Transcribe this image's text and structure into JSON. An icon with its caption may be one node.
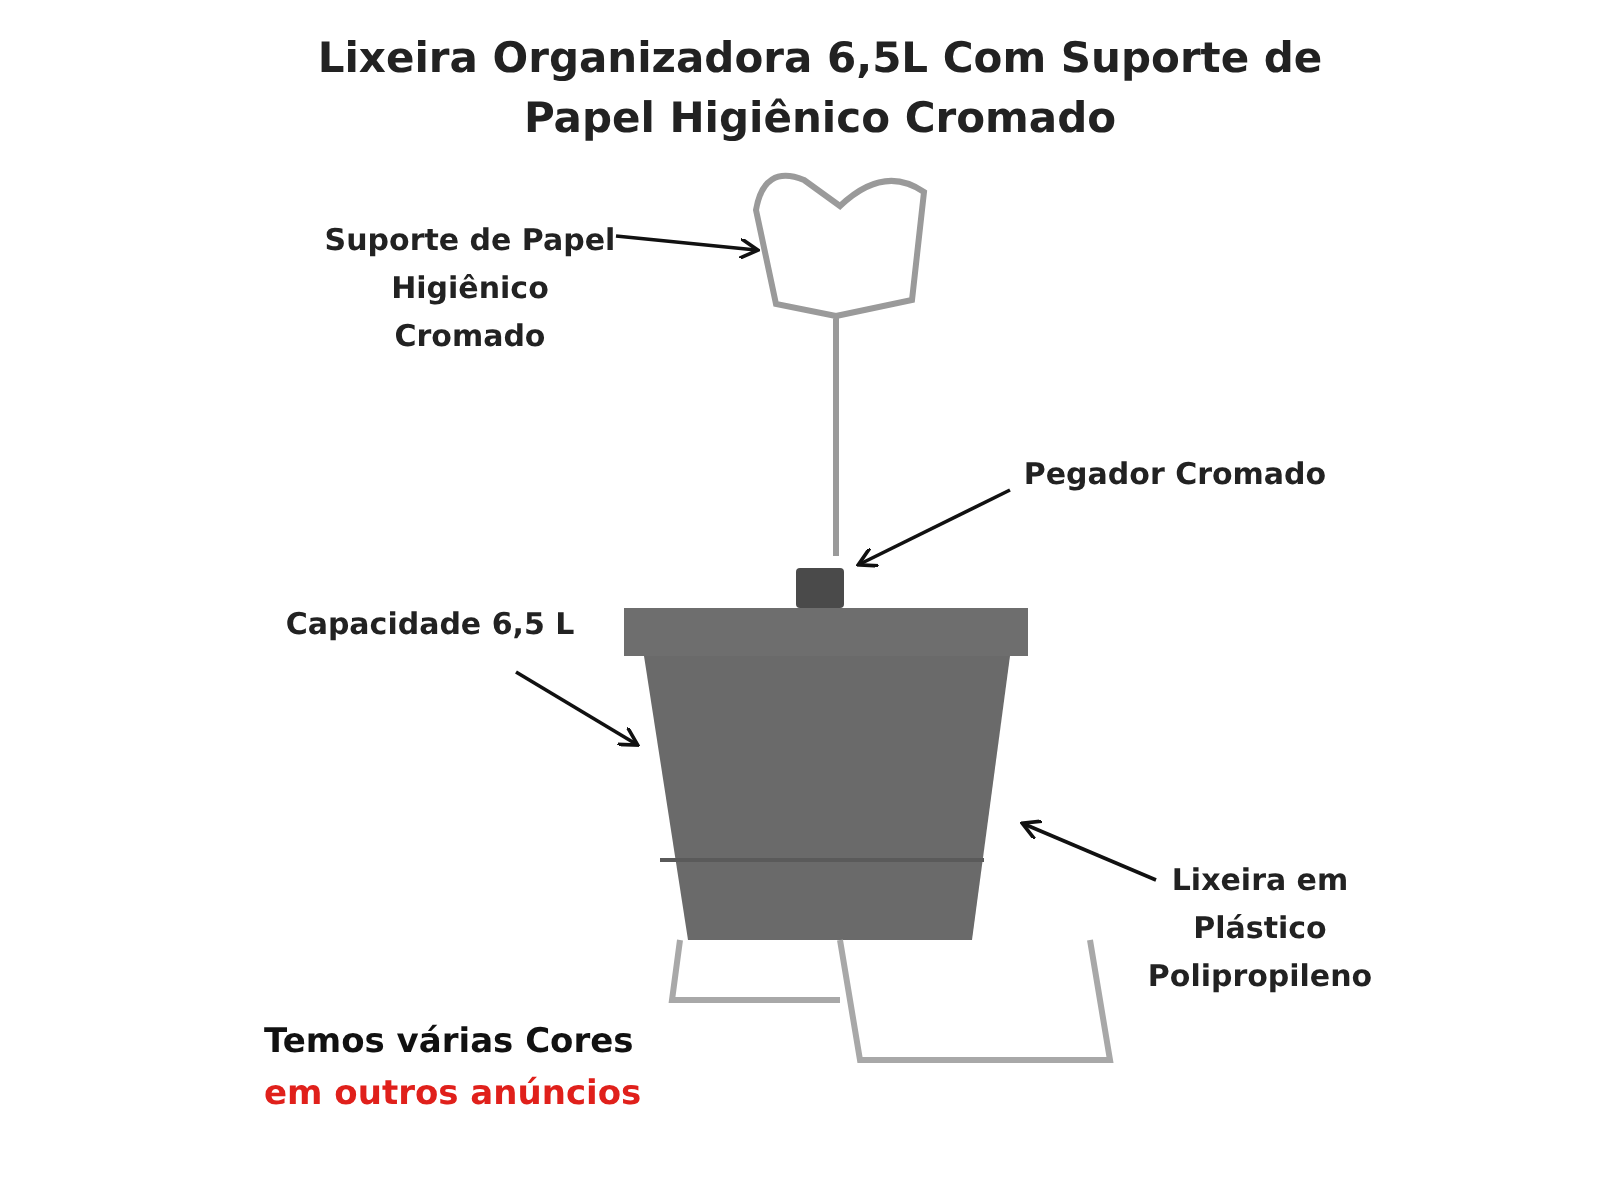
{
  "diagram": {
    "title": "Lixeira Organizadora 6,5L Com Suporte de Papel Higiênico Cromado",
    "nodes": [
      {
        "text": [
          "Suporte de Papel Higiênico Cromado"
        ]
      },
      {
        "text": [
          "Pegador Cromado"
        ]
      },
      {
        "text": [
          "Capacidade 6,5 L"
        ]
      },
      {
        "text": [
          "Lixeira em Plástico Polipropileno"
        ]
      },
      {
        "text": [],
        "shape": "picture"
      },
      {
        "text": [],
        "shape": "box"
      },
      {
        "text": [],
        "shape": "picture"
      }
    ],
    "edges": [
      {
        "from": 0,
        "to": 4,
        "arrow": "to"
      },
      {
        "from": 1,
        "to": 5,
        "arrow": "to"
      },
      {
        "from": 2,
        "to": 6,
        "arrow": "to"
      },
      {
        "from": 3,
        "to": 6,
        "arrow": "to"
      }
    ],
    "labels": [
      "Temos várias Cores",
      "em outros anúncios"
    ]
  }
}
